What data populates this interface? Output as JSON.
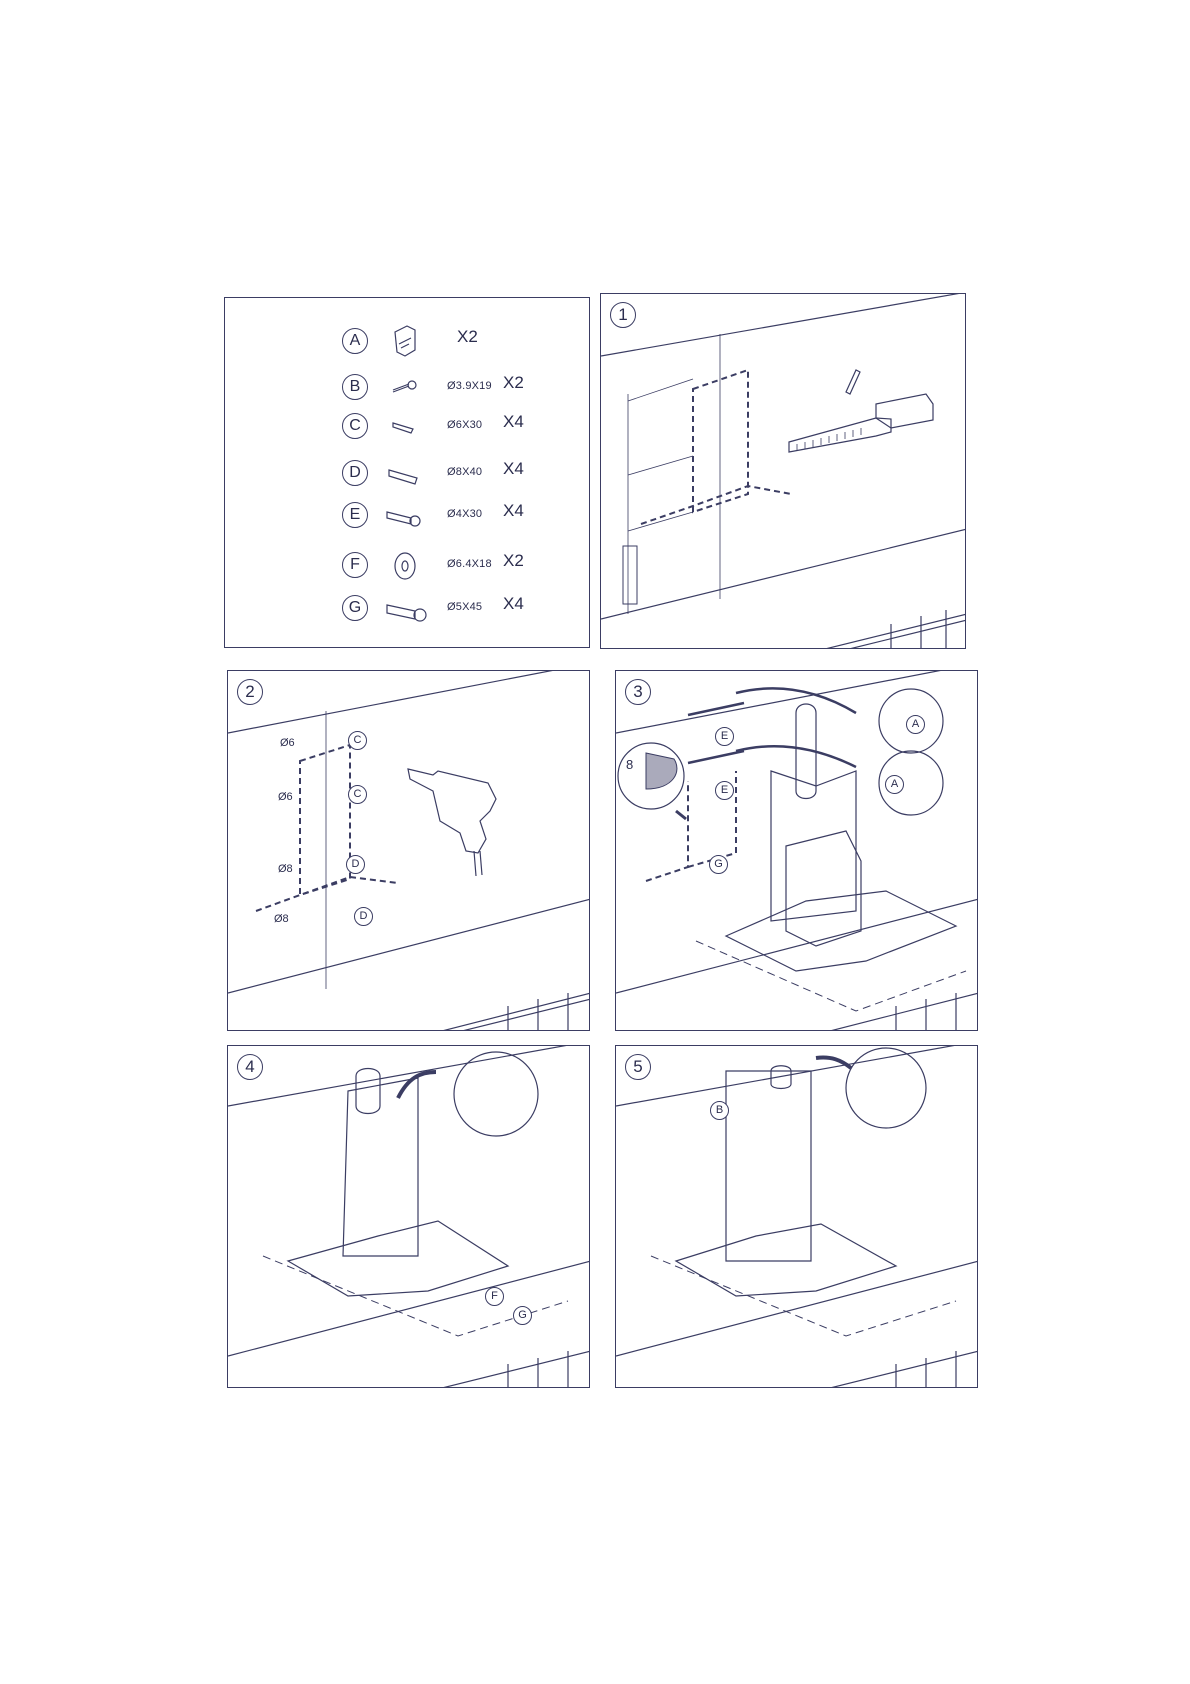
{
  "parts": [
    {
      "letter": "A",
      "icon": "bracket-icon",
      "size": "",
      "qty": "X2"
    },
    {
      "letter": "B",
      "icon": "small-screw-icon",
      "size": "Ø3.9X19",
      "qty": "X2"
    },
    {
      "letter": "C",
      "icon": "small-wall-plug-icon",
      "size": "Ø6X30",
      "qty": "X4"
    },
    {
      "letter": "D",
      "icon": "large-wall-plug-icon",
      "size": "Ø8X40",
      "qty": "X4"
    },
    {
      "letter": "E",
      "icon": "screw-icon",
      "size": "Ø4X30",
      "qty": "X4"
    },
    {
      "letter": "F",
      "icon": "washer-icon",
      "size": "Ø6.4X18",
      "qty": "X2"
    },
    {
      "letter": "G",
      "icon": "long-screw-icon",
      "size": "Ø5X45",
      "qty": "X4"
    }
  ],
  "steps": {
    "s1": {
      "num": "1"
    },
    "s2": {
      "num": "2",
      "dims": [
        "Ø6",
        "Ø6",
        "Ø8",
        "Ø8"
      ],
      "callouts": [
        "C",
        "C",
        "D",
        "D"
      ]
    },
    "s3": {
      "num": "3",
      "callouts": [
        "E",
        "E",
        "G",
        "A",
        "A"
      ],
      "detail_dim": "8"
    },
    "s4": {
      "num": "4",
      "callouts": [
        "F",
        "G"
      ]
    },
    "s5": {
      "num": "5",
      "callouts": [
        "B"
      ]
    }
  },
  "colors": {
    "line": "#3b3d63",
    "text": "#2b2d4e",
    "background": "#ffffff"
  }
}
